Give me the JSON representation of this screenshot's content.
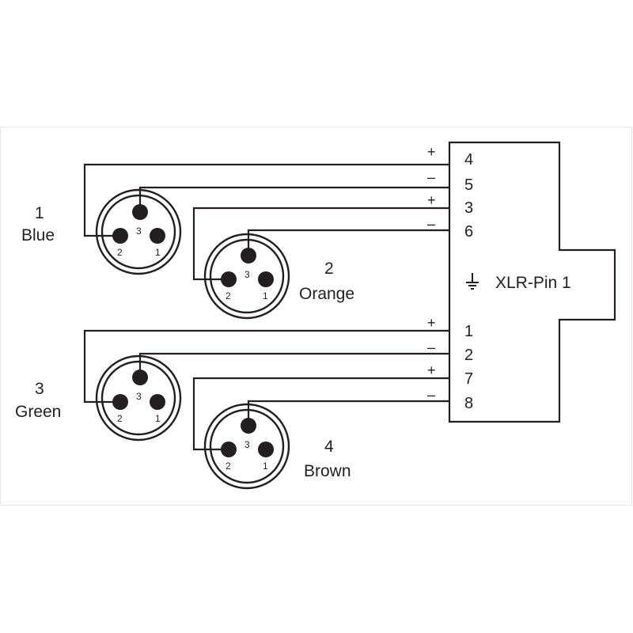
{
  "connectors": [
    {
      "number": "1",
      "color": "Blue",
      "pin_labels": [
        "3",
        "2",
        "1"
      ]
    },
    {
      "number": "2",
      "color": "Orange",
      "pin_labels": [
        "3",
        "2",
        "1"
      ]
    },
    {
      "number": "3",
      "color": "Green",
      "pin_labels": [
        "3",
        "2",
        "1"
      ]
    },
    {
      "number": "4",
      "color": "Brown",
      "pin_labels": [
        "3",
        "2",
        "1"
      ]
    }
  ],
  "terminal_block": {
    "pins": [
      {
        "sign": "+",
        "number": "4"
      },
      {
        "sign": "–",
        "number": "5"
      },
      {
        "sign": "+",
        "number": "3"
      },
      {
        "sign": "–",
        "number": "6"
      },
      {
        "sign": "+",
        "number": "1"
      },
      {
        "sign": "–",
        "number": "2"
      },
      {
        "sign": "+",
        "number": "7"
      },
      {
        "sign": "–",
        "number": "8"
      }
    ],
    "ground_label": "XLR-Pin 1",
    "ground_icon": "ground-icon"
  },
  "colors": {
    "line": "#231f20",
    "background": "#ffffff"
  }
}
